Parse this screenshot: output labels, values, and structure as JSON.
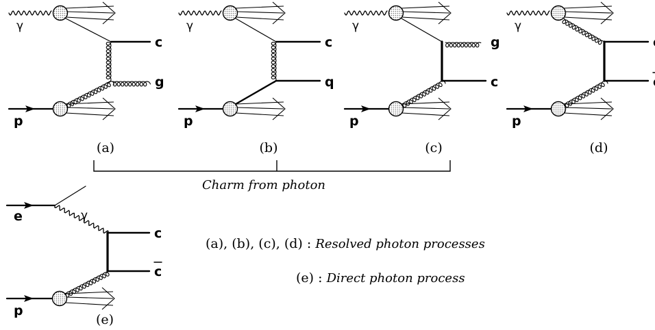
{
  "diagrams": {
    "a": {
      "caption": "(a)",
      "photon": "γ",
      "proton": "p",
      "out_top": "c",
      "out_bottom": "g"
    },
    "b": {
      "caption": "(b)",
      "photon": "γ",
      "proton": "p",
      "out_top": "c",
      "out_bottom": "q"
    },
    "c": {
      "caption": "(c)",
      "photon": "γ",
      "proton": "p",
      "out_top": "g",
      "out_bottom": "c"
    },
    "d": {
      "caption": "(d)",
      "photon": "γ",
      "proton": "p",
      "out_top": "c",
      "out_bottom": "c"
    },
    "e": {
      "caption": "(e)",
      "electron": "e",
      "photon": "γ",
      "proton": "p",
      "out_top": "c",
      "out_bottom": "c"
    }
  },
  "bracket_label": "Charm from photon",
  "legend": {
    "resolved_prefix": "(a), (b), (c), (d) : ",
    "resolved_text": "Resolved photon processes",
    "direct_prefix": "(e) : ",
    "direct_text": "Direct photon process"
  }
}
